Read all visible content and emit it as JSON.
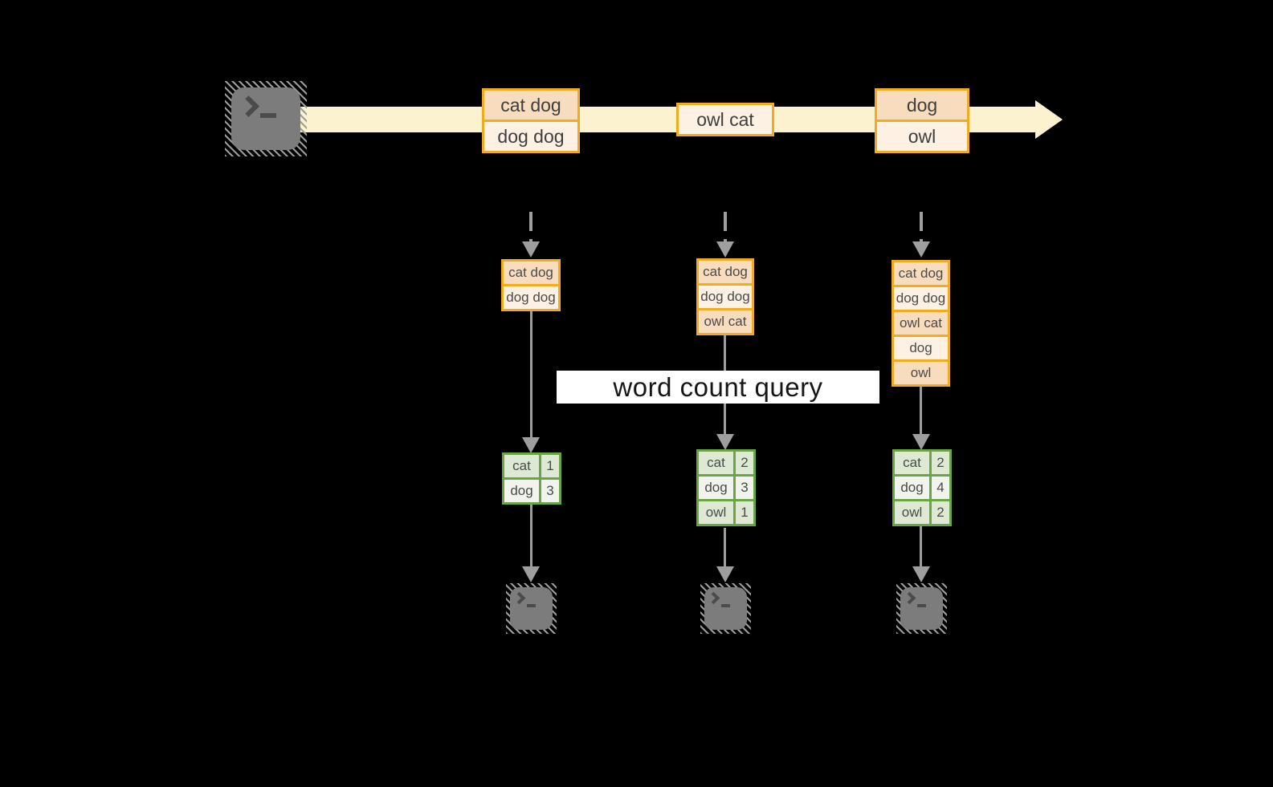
{
  "diagram": {
    "title_label": "word count query",
    "stream": {
      "batches": [
        {
          "items": [
            "cat dog",
            "dog dog"
          ]
        },
        {
          "items": [
            "owl cat"
          ]
        },
        {
          "items": [
            "dog",
            "owl"
          ]
        }
      ]
    },
    "columns": [
      {
        "window": [
          "cat dog",
          "dog dog"
        ],
        "counts": [
          {
            "word": "cat",
            "count": 1
          },
          {
            "word": "dog",
            "count": 3
          }
        ]
      },
      {
        "window": [
          "cat dog",
          "dog dog",
          "owl cat"
        ],
        "counts": [
          {
            "word": "cat",
            "count": 2
          },
          {
            "word": "dog",
            "count": 3
          },
          {
            "word": "owl",
            "count": 1
          }
        ]
      },
      {
        "window": [
          "cat dog",
          "dog dog",
          "owl cat",
          "dog",
          "owl"
        ],
        "counts": [
          {
            "word": "cat",
            "count": 2
          },
          {
            "word": "dog",
            "count": 4
          },
          {
            "word": "owl",
            "count": 2
          }
        ]
      }
    ],
    "icons": {
      "source": "terminal-icon",
      "sinks": [
        "terminal-icon",
        "terminal-icon",
        "terminal-icon"
      ],
      "terminal_glyph": ">_"
    },
    "colors": {
      "background": "#000000",
      "stream_band": "#fdf2d0",
      "batch_border": "#f0ac1e",
      "batch_fill_dark": "#f8dcbe",
      "batch_fill_light": "#fdf1e3",
      "count_border": "#6aa545",
      "count_fill_dark": "#dde9d3",
      "count_fill_light": "#f0f4ec",
      "arrow_gray": "#9e9e9e",
      "terminal_gray": "#7c7c7c",
      "label_background": "#ffffff"
    }
  }
}
